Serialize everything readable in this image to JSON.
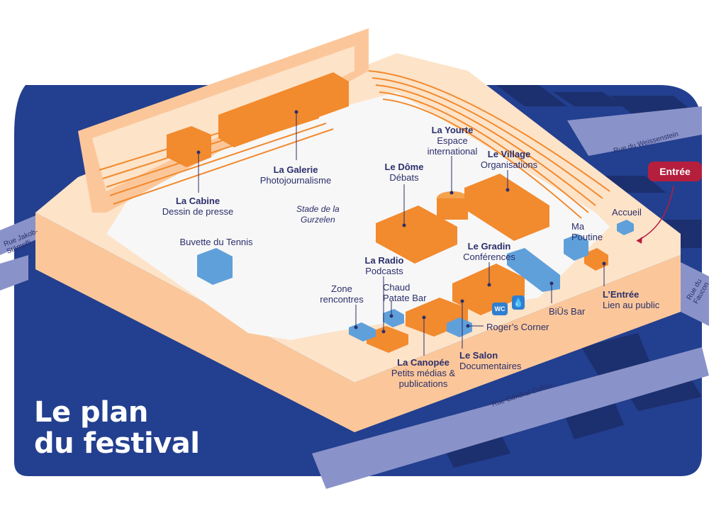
{
  "title": {
    "line1": "Le plan",
    "line2": "du festival"
  },
  "entrance_button": "Entrée",
  "stadium_label": {
    "line1": "Stade de la",
    "line2": "Gurzelen"
  },
  "streets": {
    "weissenstein": "Rue du Weissenstein",
    "jakob_line1": "Rue Jakob-",
    "jakob_line2": "Stämpfli",
    "faucon_line1": "Rue du",
    "faucon_line2": "Faucon",
    "dufour": "Rue Général-Dufour"
  },
  "venues": {
    "cabine": {
      "name": "La Cabine",
      "sub": "Dessin de presse"
    },
    "galerie": {
      "name": "La Galerie",
      "sub": "Photojournalisme"
    },
    "yourte": {
      "name": "La Yourte",
      "sub1": "Espace",
      "sub2": "international"
    },
    "village": {
      "name": "Le Village",
      "sub": "Organisations"
    },
    "dome": {
      "name": "Le Dôme",
      "sub": "Débats"
    },
    "buvette": {
      "sub": "Buvette du Tennis"
    },
    "radio": {
      "name": "La Radio",
      "sub": "Podcasts"
    },
    "gradin": {
      "name": "Le Gradin",
      "sub": "Conférences"
    },
    "zone": {
      "sub1": "Zone",
      "sub2": "rencontres"
    },
    "chaud": {
      "sub1": "Chaud",
      "sub2": "Patate Bar"
    },
    "rogers": {
      "sub": "Roger’s Corner"
    },
    "canopee": {
      "name": "La Canopée",
      "sub1": "Petits médias &",
      "sub2": "publications"
    },
    "salon": {
      "name": "Le Salon",
      "sub": "Documentaires"
    },
    "biusbar": {
      "sub": "BiÜs Bar"
    },
    "entree": {
      "name": "L’Entrée",
      "sub": "Lien au public"
    },
    "accueil": {
      "sub": "Accueil"
    },
    "maputine": {
      "sub1": "Ma",
      "sub2": "Poutine"
    }
  },
  "icons": {
    "wc": "WC",
    "water": "water-drop-icon"
  },
  "colors": {
    "navy": "#233f8f",
    "dark_navy": "#1c2f6e",
    "street": "#8a93c9",
    "orange": "#f28a2e",
    "peach": "#fbc79a",
    "light_peach": "#fde3c8",
    "field": "#f7f7f7",
    "blue_box": "#5fa0da",
    "accent_red": "#b51f3d",
    "text": "#2b2f6b"
  }
}
